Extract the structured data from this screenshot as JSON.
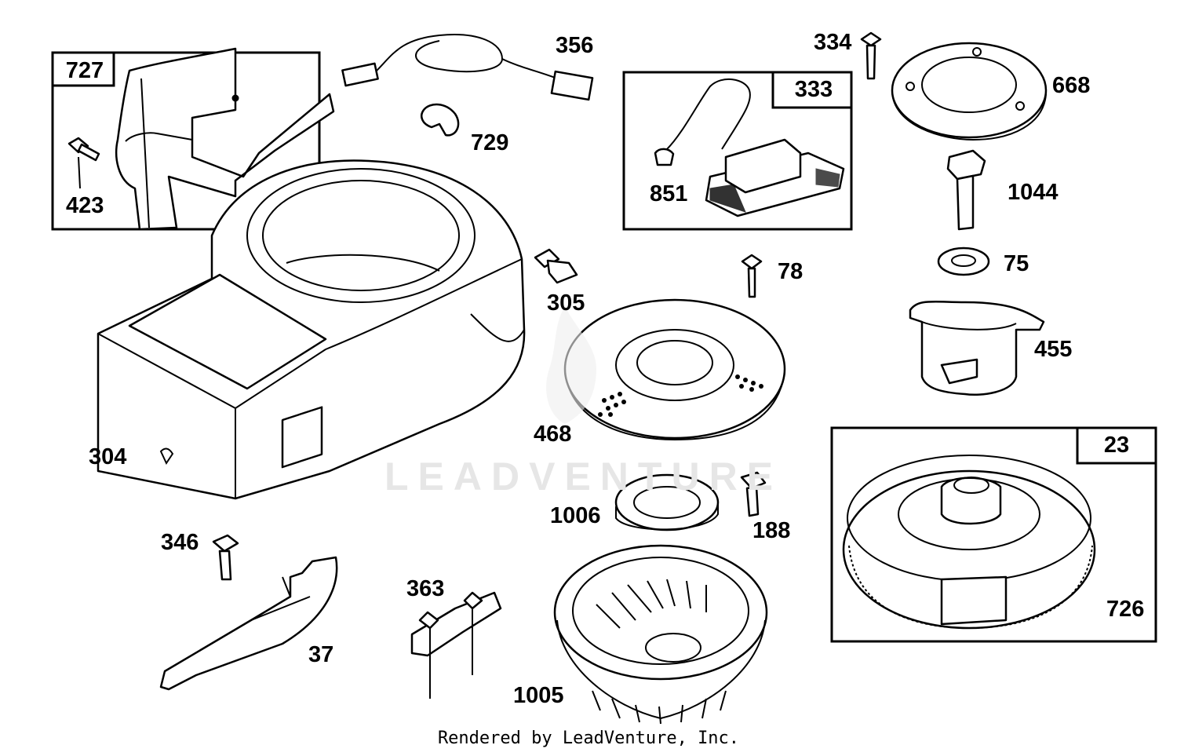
{
  "parts": [
    {
      "id": "727",
      "label": "727"
    },
    {
      "id": "423",
      "label": "423"
    },
    {
      "id": "356",
      "label": "356"
    },
    {
      "id": "729",
      "label": "729"
    },
    {
      "id": "304",
      "label": "304"
    },
    {
      "id": "305",
      "label": "305"
    },
    {
      "id": "333",
      "label": "333"
    },
    {
      "id": "851",
      "label": "851"
    },
    {
      "id": "334",
      "label": "334"
    },
    {
      "id": "668",
      "label": "668"
    },
    {
      "id": "1044",
      "label": "1044"
    },
    {
      "id": "75",
      "label": "75"
    },
    {
      "id": "78",
      "label": "78"
    },
    {
      "id": "455",
      "label": "455"
    },
    {
      "id": "468",
      "label": "468"
    },
    {
      "id": "23",
      "label": "23"
    },
    {
      "id": "1006",
      "label": "1006"
    },
    {
      "id": "188",
      "label": "188"
    },
    {
      "id": "346",
      "label": "346"
    },
    {
      "id": "363",
      "label": "363"
    },
    {
      "id": "37",
      "label": "37"
    },
    {
      "id": "1005",
      "label": "1005"
    },
    {
      "id": "726",
      "label": "726"
    }
  ],
  "watermark": "LEADVENTURE",
  "footer": "Rendered by LeadVenture, Inc."
}
